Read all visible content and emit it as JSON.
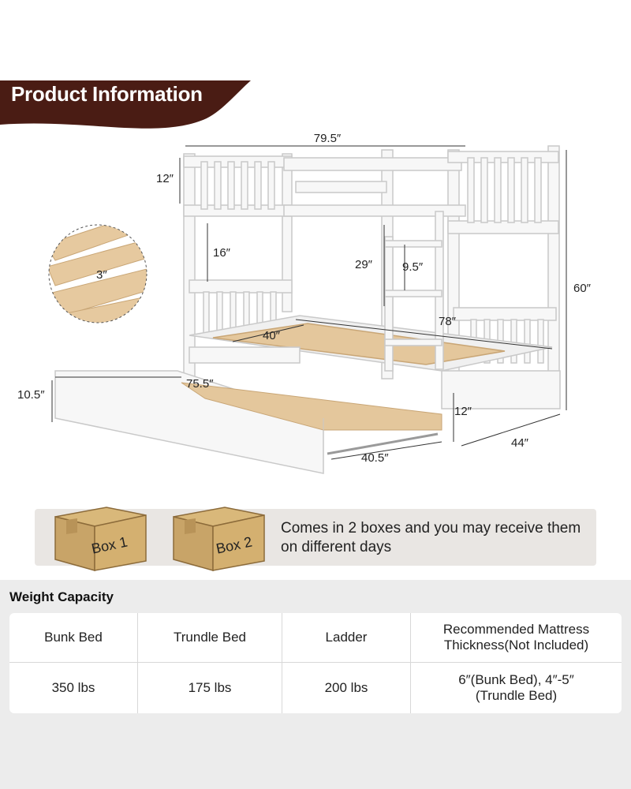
{
  "header": {
    "title": "Product Information"
  },
  "diagram": {
    "dimensions": {
      "overall_length": "79.5″",
      "top_rail_height": "12″",
      "under_bunk_clearance": "16″",
      "slat_gap": "3″",
      "ladder_height": "29″",
      "ladder_step_spacing": "9.5″",
      "total_height": "60″",
      "bed_width": "40″",
      "bed_length": "78″",
      "trundle_length": "75.5″",
      "trundle_height": "10.5″",
      "trundle_width": "40.5″",
      "bottom_rail_height": "12″",
      "overall_width": "44″"
    }
  },
  "boxes": {
    "box1_label": "Box 1",
    "box2_label": "Box 2",
    "note": "Comes in 2 boxes and you may receive them on different days"
  },
  "weight_capacity": {
    "title": "Weight Capacity",
    "headers": [
      "Bunk Bed",
      "Trundle Bed",
      "Ladder",
      "Recommended Mattress Thickness(Not Included)"
    ],
    "values": [
      "350 lbs",
      "175 lbs",
      "200 lbs",
      "6″(Bunk Bed), 4″-5″(Trundle Bed)"
    ]
  },
  "colors": {
    "banner_brown": "#4a1c14",
    "wood": "#e4c79c",
    "frame": "#f4f4f4",
    "box_kraft": "#c8a468"
  }
}
